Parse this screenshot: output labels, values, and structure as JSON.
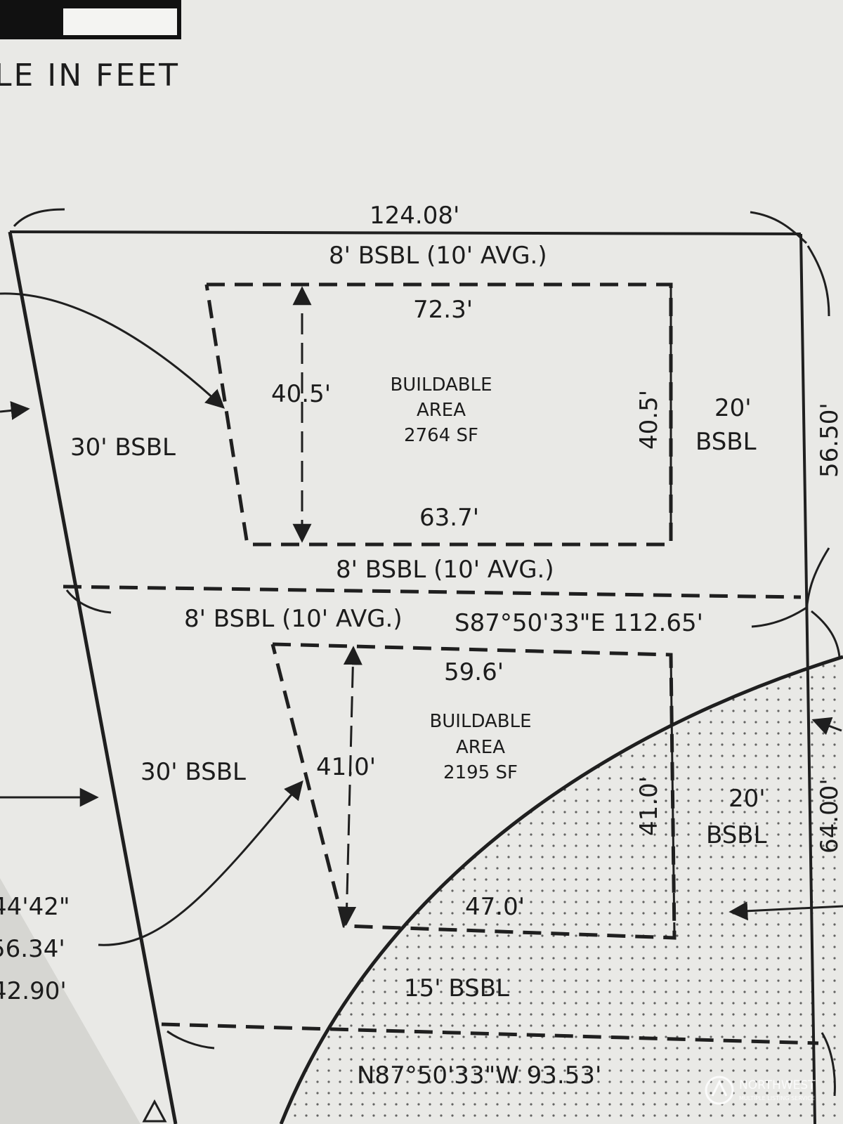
{
  "scale_caption": "LE IN FEET",
  "lot_a": {
    "top_length": "124.08'",
    "top_setback": "8' BSBL (10' AVG.)",
    "bottom_setback": "8' BSBL (10' AVG.)",
    "left_setback": "30' BSBL",
    "right_setback_value": "20'",
    "right_setback_label": "BSBL",
    "right_side_length": "56.50'",
    "buildable": {
      "label_line1": "BUILDABLE",
      "label_line2": "AREA",
      "area": "2764 SF",
      "top_width": "72.3'",
      "bottom_width": "63.7'",
      "left_depth": "40.5'",
      "right_depth": "40.5'"
    }
  },
  "lot_b": {
    "top_setback": "8' BSBL (10' AVG.)",
    "top_bearing": "S87°50'33\"E 112.65'",
    "left_setback": "30' BSBL",
    "right_setback_value": "20'",
    "right_setback_label": "BSBL",
    "right_side_length": "64.00'",
    "easement_setback": "15' BSBL",
    "bottom_bearing": "N87°50'33\"W 93.53'",
    "buildable": {
      "label_line1": "BUILDABLE",
      "label_line2": "AREA",
      "area": "2195 SF",
      "top_width": "59.6'",
      "bottom_width": "47.0'",
      "left_depth": "41.0'",
      "right_depth": "41.0'"
    }
  },
  "curve_data": {
    "line1": "44'42\"",
    "line2": "56.34'",
    "line3": "42.90'"
  },
  "watermark": {
    "brand": "NORTHWEST",
    "tagline": "MULTIPLE LISTING SERVICE"
  }
}
